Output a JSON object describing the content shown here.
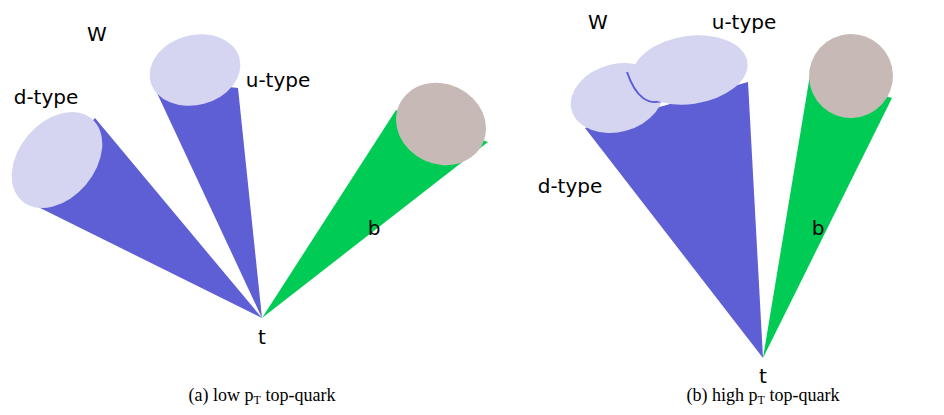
{
  "diagram": {
    "labels": [
      "W",
      "d-type",
      "u-type",
      "b",
      "t",
      "(a) low pT top-quark",
      "W",
      "u-type",
      "d-type",
      "b",
      "t",
      "(b) high pT top-quark"
    ]
  }
}
